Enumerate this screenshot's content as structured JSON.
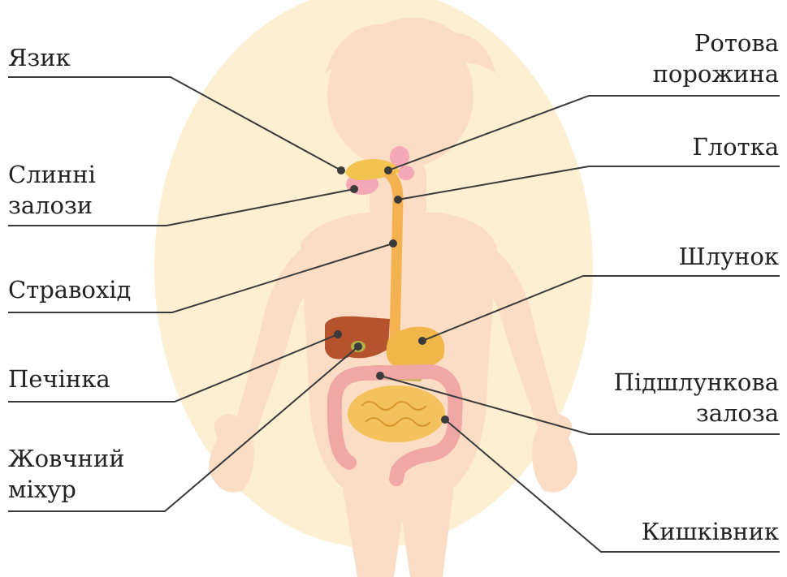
{
  "diagram": {
    "labels": {
      "tongue": "Язик",
      "salivary_line1": "Слинні",
      "salivary_line2": "залози",
      "esophagus": "Стравохід",
      "liver": "Печінка",
      "gallbladder_line1": "Жовчний",
      "gallbladder_line2": "міхур",
      "oral_line1": "Ротова",
      "oral_line2": "порожина",
      "pharynx": "Глотка",
      "stomach": "Шлунок",
      "pancreas_line1": "Підшлункова",
      "pancreas_line2": "залоза",
      "intestine": "Кишківник"
    },
    "colors": {
      "background_oval": "#fdefd2",
      "body_skin": "#fbdcc4",
      "liver": "#b5532c",
      "esophagus": "#f3b24f",
      "stomach": "#f0b64a",
      "small_intestine": "#f4c25c",
      "large_intestine": "#f0a7a6",
      "pancreas": "#c1b54e",
      "salivary_glands": "#f4a8b5",
      "leader_line": "#3a3a3a"
    }
  }
}
